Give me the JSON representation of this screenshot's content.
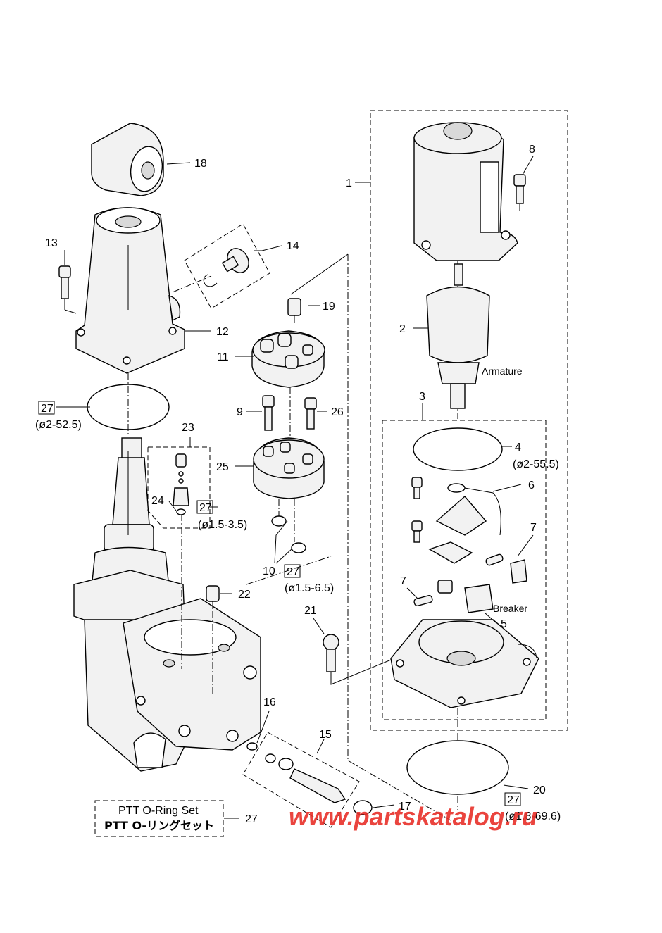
{
  "callouts": {
    "c1": "1",
    "c2": "2",
    "c3": "3",
    "c4": "4",
    "c5": "5",
    "c6": "6",
    "c7a": "7",
    "c7b": "7",
    "c8": "8",
    "c9": "9",
    "c10": "10",
    "c11": "11",
    "c12": "12",
    "c13": "13",
    "c14": "14",
    "c15": "15",
    "c16": "16",
    "c17": "17",
    "c18": "18",
    "c19": "19",
    "c20": "20",
    "c21": "21",
    "c22": "22",
    "c23": "23",
    "c24": "24",
    "c25": "25",
    "c26": "26",
    "c27legend": "27"
  },
  "boxed_refs": {
    "r1": "27",
    "r2": "27",
    "r3": "27",
    "r4": "27"
  },
  "sizes": {
    "s1": "(ø2-52.5)",
    "s2": "(ø1.5-3.5)",
    "s3": "(ø1.5-6.5)",
    "s4": "(ø2-55.5)",
    "s5": "(ø1.8-69.6)"
  },
  "part_names": {
    "armature": "Armature",
    "breaker": "Breaker"
  },
  "legend": {
    "line1": "PTT O-Ring Set",
    "line2": "PTT O-リングセット"
  },
  "watermark": "www.partskatalog.ru"
}
